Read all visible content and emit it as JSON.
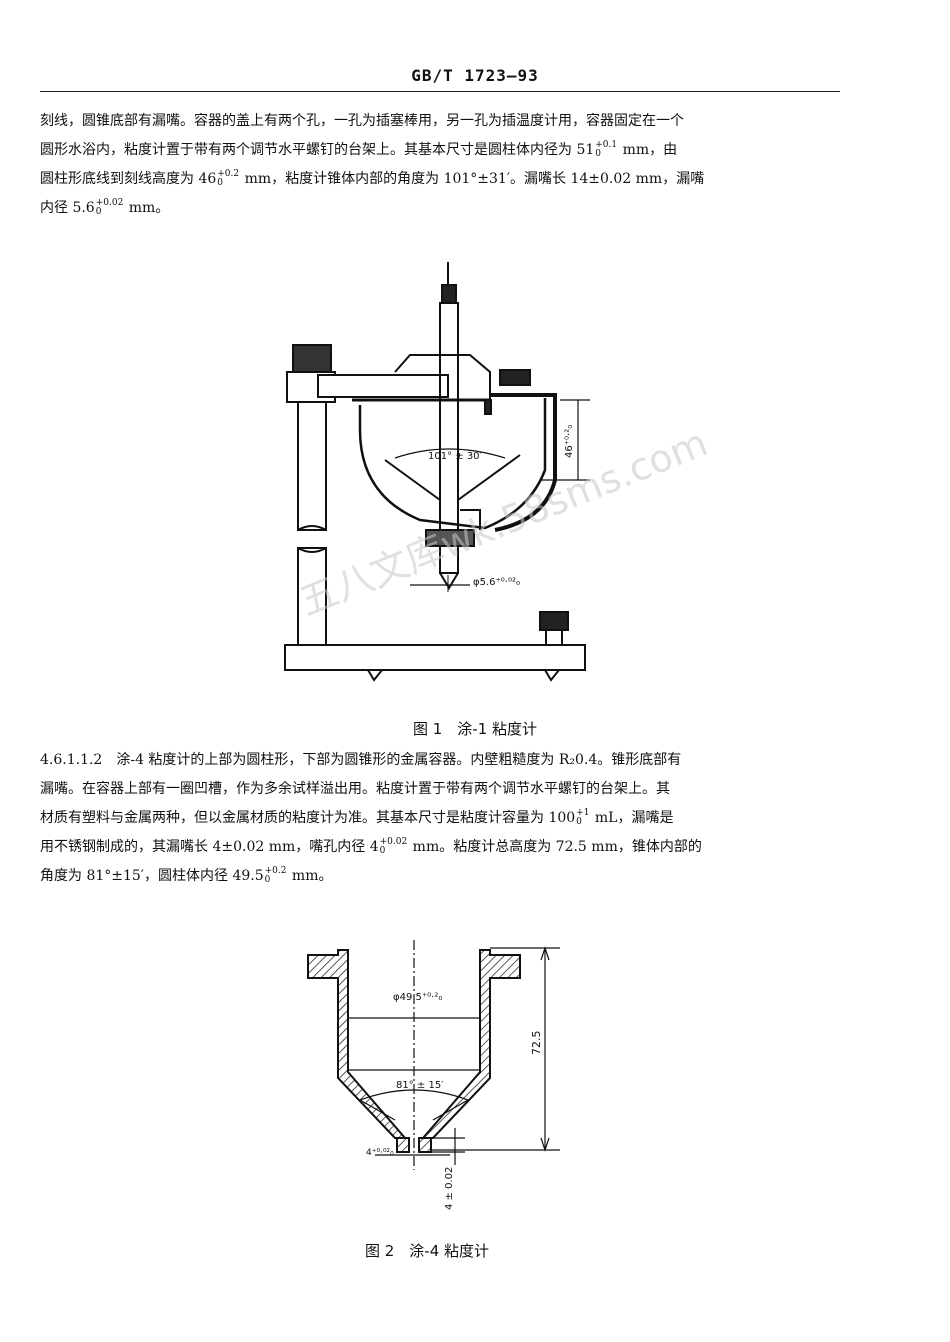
{
  "header": {
    "standard": "GB/T 1723—93"
  },
  "para1": {
    "l1": "刻线，圆锥底部有漏嘴。容器的盖上有两个孔，一孔为插塞棒用，另一孔为插温度计用，容器固定在一个",
    "l2a": "圆形水浴内，粘度计置于带有两个调节水平螺钉的台架上。其基本尺寸是圆柱体内径为 51",
    "l2_tol_up": "+0.1",
    "l2_tol_low": "0",
    "l2b": " mm，由",
    "l3a": "圆柱形底线到刻线高度为 46",
    "l3_tol_up": "+0.2",
    "l3_tol_low": "0",
    "l3b": " mm，粘度计锥体内部的角度为 101°±31′。漏嘴长 14±0.02 mm，漏嘴",
    "l4a": "内径 5.6",
    "l4_tol_up": "+0.02",
    "l4_tol_low": "0",
    "l4b": " mm。"
  },
  "figure1": {
    "caption": "图 1　涂-1 粘度计",
    "angle_label": "101° ± 30′",
    "height_label": "46⁺⁰·²₀",
    "diameter_label": "φ5.6⁺⁰·⁰²₀"
  },
  "para2": {
    "l1": "4.6.1.1.2　涂-4 粘度计的上部为圆柱形，下部为圆锥形的金属容器。内壁粗糙度为 R₂0.4。锥形底部有",
    "l2": "漏嘴。在容器上部有一圈凹槽，作为多余试样溢出用。粘度计置于带有两个调节水平螺钉的台架上。其",
    "l3a": "材质有塑料与金属两种，但以金属材质的粘度计为准。其基本尺寸是粘度计容量为 100",
    "l3_tol_up": "+1",
    "l3_tol_low": "0",
    "l3b": " mL，漏嘴是",
    "l4a": "用不锈钢制成的，其漏嘴长 4±0.02 mm，嘴孔内径 4",
    "l4_tol_up": "+0.02",
    "l4_tol_low": "0",
    "l4b": " mm。粘度计总高度为 72.5 mm，锥体内部的",
    "l5a": "角度为 81°±15′，圆柱体内径 49.5",
    "l5_tol_up": "+0.2",
    "l5_tol_low": "0",
    "l5b": " mm。"
  },
  "figure2": {
    "caption": "图 2　涂-4 粘度计",
    "diameter_label": "φ49.5⁺⁰·²₀",
    "height_label": "72.5",
    "angle_label": "81° ± 15′",
    "hole_label": "4⁺⁰·⁰²₀",
    "length_label": "4 ± 0.02"
  },
  "watermark": {
    "text": "五八文库wk.58sms.com"
  }
}
